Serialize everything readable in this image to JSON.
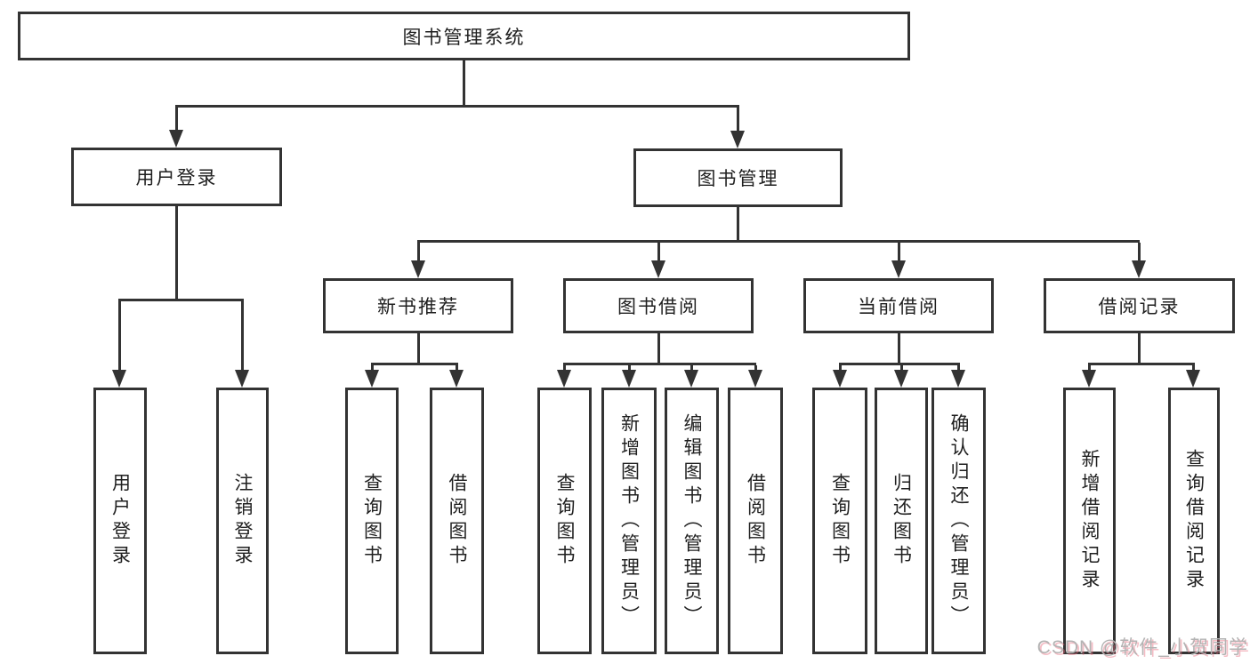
{
  "diagram": {
    "root": {
      "label": "图书管理系统"
    },
    "level1": [
      {
        "label": "用户登录"
      },
      {
        "label": "图书管理"
      }
    ],
    "categories": [
      {
        "label": "新书推荐"
      },
      {
        "label": "图书借阅"
      },
      {
        "label": "当前借阅"
      },
      {
        "label": "借阅记录"
      }
    ],
    "leaves": [
      {
        "label": "用户登录"
      },
      {
        "label": "注销登录"
      },
      {
        "label": "查询图书"
      },
      {
        "label": "借阅图书"
      },
      {
        "label": "查询图书"
      },
      {
        "label": "新增图书（管理员）"
      },
      {
        "label": "编辑图书（管理员）"
      },
      {
        "label": "借阅图书"
      },
      {
        "label": "查询图书"
      },
      {
        "label": "归还图书"
      },
      {
        "label": "确认归还（管理员）"
      },
      {
        "label": "新增借阅记录"
      },
      {
        "label": "查询借阅记录"
      }
    ]
  },
  "watermark": {
    "text": "CSDN @软件_小贺同学"
  },
  "colors": {
    "line": "#333333",
    "text": "#1f1f1f",
    "background": "#ffffff",
    "watermark": "#b3b3b3",
    "watermark_shadow": "#e76c7e"
  }
}
